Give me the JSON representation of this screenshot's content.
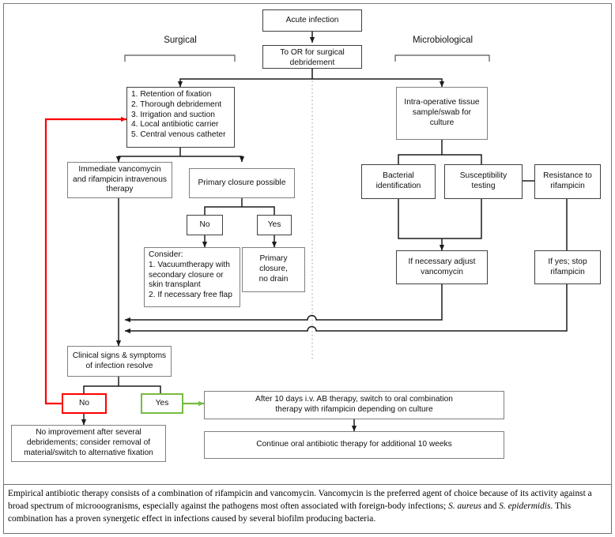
{
  "figure": {
    "type": "clinical-flowchart",
    "title_absent": true
  },
  "headers": {
    "surgical": "Surgical",
    "microbiological": "Microbiological"
  },
  "nodes": {
    "acute_infection": "Acute infection",
    "to_or": "To OR for surgical\ndebridement",
    "surgical_steps": [
      "1. Retention of fixation",
      "2. Thorough debridement",
      "3. Irrigation and suction",
      "4. Local antibiotic carrier",
      "5. Central venous catheter"
    ],
    "immediate_therapy": "Immediate vancomycin and rifampicin intravenous therapy",
    "primary_closure_possible": "Primary closure possible",
    "closure_no": "No",
    "closure_yes": "Yes",
    "consider": [
      "Consider:",
      "1. Vacuumtherapy with",
      "secondary closure or",
      "skin transplant",
      "2. If necessary free flap"
    ],
    "primary_closure_no_drain": "Primary closure,\nno drain",
    "intraop_sample": "Intra-operative tissue sample/swab for culture",
    "bacterial_id": "Bacterial\nidentification",
    "susceptibility": "Susceptibility\ntesting",
    "resistance": "Resistance to\nrifampicin",
    "adjust_vanco": "If necessary adjust\nvancomycin",
    "stop_rifampicin": "If yes; stop\nrifampicin",
    "clinical_signs": "Clinical signs & symptoms of infection resolve",
    "resolve_no": "No",
    "resolve_yes": "Yes",
    "no_improvement": [
      "No improvement after several",
      "debridements; consider removal of",
      "material/switch to alternative fixation"
    ],
    "after_10_days": [
      "After 10 days i.v. AB therapy, switch to  oral combination",
      "therapy with rifampicin depending on culture"
    ],
    "continue_oral": "Continue oral antibiotic therapy for additional 10 weeks"
  },
  "caption": {
    "part1": "Empirical antibiotic therapy consists of a combination of rifampicin and vancomycin. Vancomycin is the preferred agent of choice because of its activity against a broad spectrum of microoogranisms, especially against the pathogens most often associated with foreign-body infections; ",
    "species1": "S. aureus",
    "mid": " and ",
    "species2": "S. epidermidis",
    "part2": ".   This combination has a proven synergetic effect in infections  caused by several biofilm producing bacteria."
  },
  "colors": {
    "line": "#1c1c1c",
    "box_border": "#808080",
    "red": "#ff0000",
    "green": "#77bb41",
    "divider": "#b8b8b8",
    "frame": "#7a7a7a"
  }
}
